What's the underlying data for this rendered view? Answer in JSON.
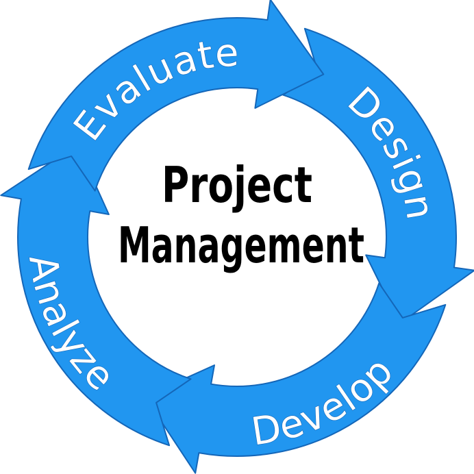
{
  "center": {
    "line1": "Project",
    "line2": "Management"
  },
  "cycle": {
    "steps": [
      {
        "label": "Design"
      },
      {
        "label": "Develop"
      },
      {
        "label": "Analyze"
      },
      {
        "label": "Evaluate"
      }
    ]
  },
  "colors": {
    "arrow_fill": "#2196f0",
    "arrow_outline": "#1466b8",
    "label_text": "#ffffff",
    "center_text": "#000000",
    "background": "#ffffff"
  }
}
